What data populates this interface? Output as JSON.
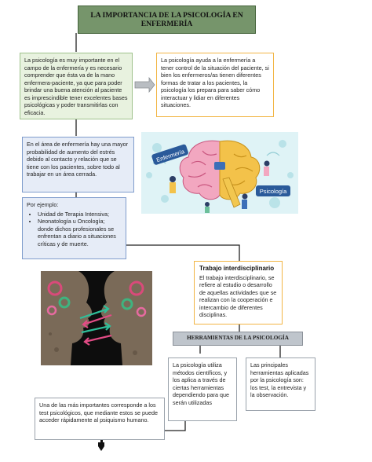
{
  "title": "LA IMPORTANCIA DE LA PSICOLOGÍA EN ENFERMERÍA",
  "boxes": {
    "intro": "La psicología es muy importante en el campo de la enfermería y es necesario comprender que ésta va de la mano enfermera-paciente, ya que para poder brindar una buena atención al paciente es imprescindible tener excelentes bases psicológicas y poder transmitirlas con eficacia.",
    "control": "La psicología ayuda a la enfermería a tener control de la situación del paciente, si bien los enfermeros/as tienen diferentes formas de tratar a los pacientes, la psicología los prepara para saber cómo interactuar y lidiar en diferentes situaciones.",
    "estres": "En el área de enfermería hay una mayor probabilidad de aumento del estrés debido al contacto y relación que se tiene con los pacientes, sobre todo al trabajar en un área cerrada.",
    "ejemplo_label": "Por ejemplo:",
    "ejemplo_items": [
      "Unidad de Terapia Intensiva;",
      "Neonatología u Oncología; donde dichos profesionales se enfrentan a diario a situaciones críticas y de muerte."
    ],
    "trabajo_title": "Trabajo interdisciplinario",
    "trabajo_text": "El trabajo interdisciplinario, se refiere al estudio o desarrollo de aquellas actividades que se realizan con la cooperación e intercambio de diferentes disciplinas.",
    "herramientas_title": "HERRAMIENTAS DE LA PSICOLOGÍA",
    "herramientas_left": "La psicología utiliza métodos científicos, y los aplica a través de ciertas herramientas dependiendo para que serán utilizadas",
    "herramientas_right": "Las principales herramientas aplicadas por la psicología son: los test, la entrevista y la observación.",
    "tests": "Una de las más importantes corresponde a los test psicológicos, que mediante estos se puede acceder rápidamente al psiquismo humano."
  },
  "illustration": {
    "label_enfermeria": "Enfermería",
    "label_psicologia": "Psicología"
  },
  "colors": {
    "title_bg": "#76956b",
    "green_box": "#e8f2df",
    "orange_border": "#f2b544",
    "blue_box": "#e6ecf7",
    "gray_header": "#bfc5cc"
  }
}
